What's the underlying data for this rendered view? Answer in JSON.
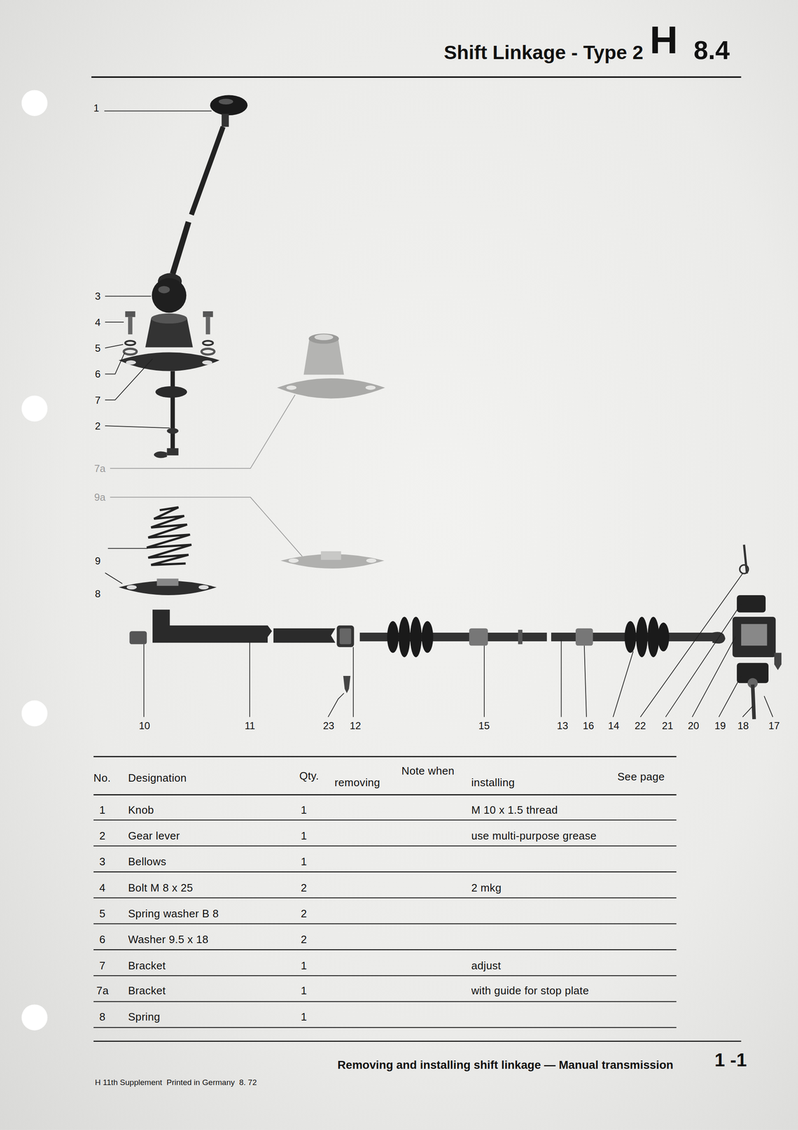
{
  "diagram": {
    "title": "Shift Linkage - Type 2",
    "caption": "Removing and installing shift linkage — Manual transmission",
    "labels": [
      "H",
      "8.4",
      "1",
      "3",
      "4",
      "5",
      "6",
      "7",
      "2",
      "7a",
      "9a",
      "9",
      "8",
      "10",
      "11",
      "23",
      "12",
      "15",
      "13",
      "16",
      "14",
      "22",
      "21",
      "20",
      "19",
      "18",
      "17",
      "No.",
      "Designation",
      "Qty.",
      "Note when",
      "removing",
      "installing",
      "See page",
      "1",
      "Knob",
      "1",
      "M 10 x 1.5 thread",
      "2",
      "Gear lever",
      "1",
      "use multi-purpose grease",
      "3",
      "Bellows",
      "1",
      "4",
      "Bolt M 8 x 25",
      "2",
      "2 mkg",
      "5",
      "Spring washer B 8",
      "2",
      "6",
      "Washer 9.5 x 18",
      "2",
      "7",
      "Bracket",
      "1",
      "adjust",
      "7a",
      "Bracket",
      "1",
      "with guide for stop plate",
      "8",
      "Spring",
      "1",
      "1 -1",
      "H 11th Supplement  Printed in Germany  8. 72"
    ]
  }
}
